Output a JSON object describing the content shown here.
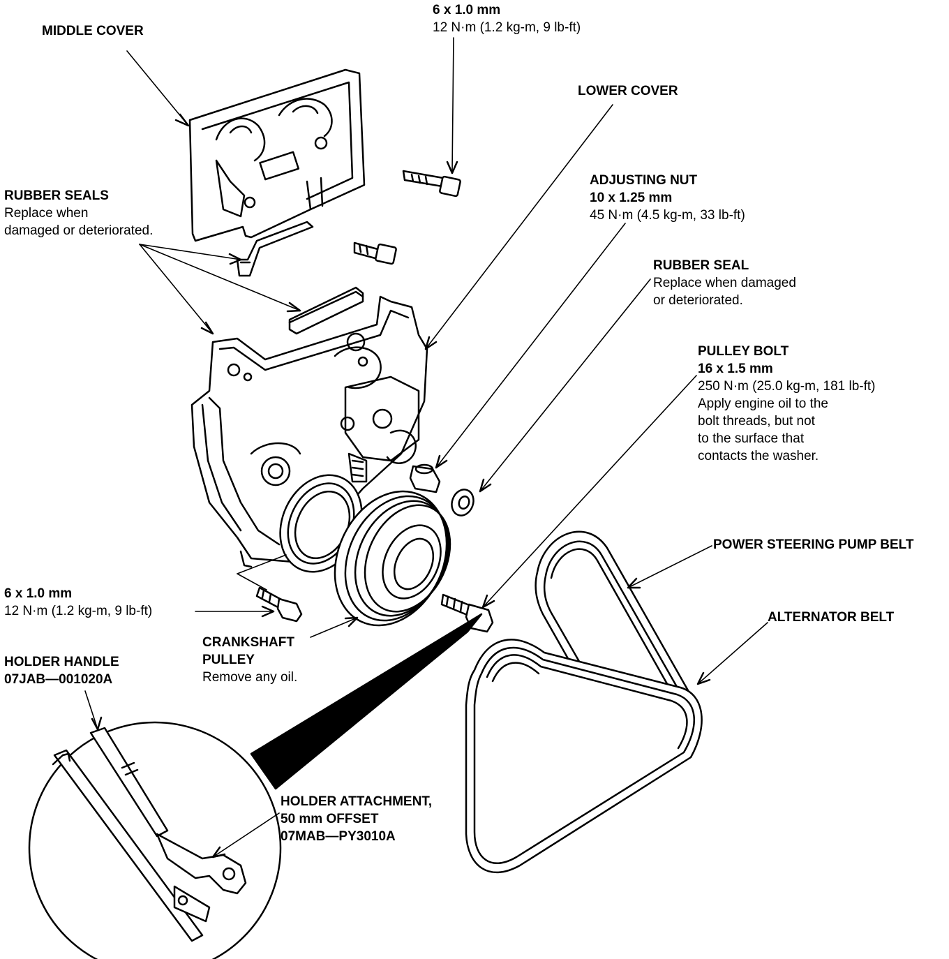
{
  "callouts": {
    "middle_cover": {
      "title": "MIDDLE COVER"
    },
    "bolt_top": {
      "size": "6 x 1.0 mm",
      "torque": "12 N·m (1.2 kg-m, 9 lb-ft)"
    },
    "lower_cover": {
      "title": "LOWER COVER"
    },
    "rubber_seals": {
      "title": "RUBBER SEALS",
      "note1": "Replace when",
      "note2": "damaged or deteriorated."
    },
    "adjusting_nut": {
      "title": "ADJUSTING NUT",
      "size": "10 x 1.25 mm",
      "torque": "45 N·m (4.5 kg-m, 33 lb-ft)"
    },
    "rubber_seal": {
      "title": "RUBBER SEAL",
      "note1": "Replace when damaged",
      "note2": "or deteriorated."
    },
    "pulley_bolt": {
      "title": "PULLEY BOLT",
      "size": "16 x 1.5 mm",
      "torque": "250 N·m (25.0 kg-m, 181 lb-ft)",
      "note1": "Apply engine oil to the",
      "note2": "bolt threads, but not",
      "note3": "to the surface that",
      "note4": "contacts the washer."
    },
    "ps_belt": {
      "title": "POWER STEERING PUMP BELT"
    },
    "alt_belt": {
      "title": "ALTERNATOR BELT"
    },
    "bolt_lower": {
      "size": "6 x 1.0 mm",
      "torque": "12 N·m (1.2 kg-m, 9 lb-ft)"
    },
    "crank_pulley": {
      "title1": "CRANKSHAFT",
      "title2": "PULLEY",
      "note": "Remove any oil."
    },
    "holder_handle": {
      "title": "HOLDER HANDLE",
      "part": "07JAB—001020A"
    },
    "holder_attach": {
      "title1": "HOLDER ATTACHMENT,",
      "title2": "50 mm OFFSET",
      "part": "07MAB—PY3010A"
    }
  }
}
